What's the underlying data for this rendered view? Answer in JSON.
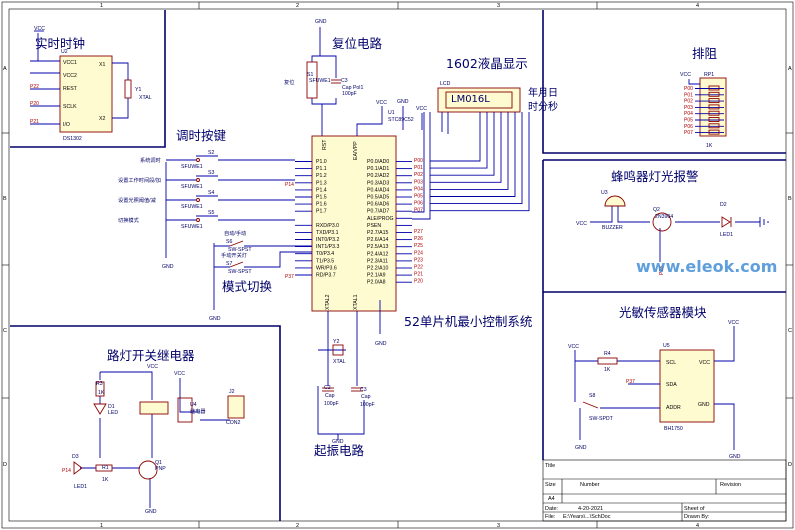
{
  "sheet": {
    "col_labels": [
      "1",
      "2",
      "3",
      "4"
    ],
    "row_labels": [
      "A",
      "B",
      "C",
      "D"
    ]
  },
  "sections": {
    "rtc": "实时时钟",
    "reset": "复位电路",
    "lcd": "1602液晶显示",
    "lcd_model": "LM016L",
    "lcd_note1": "年月日",
    "lcd_note2": "时分秒",
    "resistor_net": "排阻",
    "keys": "调时按键",
    "mode": "模式切换",
    "buzzer": "蜂鸣器灯光报警",
    "mcu": "52单片机最小控制系统",
    "light_sensor": "光敏传感器模块",
    "relay": "路灯开关继电器",
    "osc": "起振电路"
  },
  "components": {
    "u2": "U2",
    "u2_part": "DS1302",
    "u2_pins_left": [
      "VCC1",
      "VCC2",
      "REST",
      "SCLK",
      "I/O"
    ],
    "u2_pins_right": [
      "X1",
      "X2"
    ],
    "u2_nets": [
      "P22",
      "P20",
      "P21"
    ],
    "y1": "Y1",
    "y1_val": "XTAL",
    "s1": "S1",
    "s1_part": "SFUWE1",
    "fuwei": "复位",
    "c3": "C3",
    "c3_val": "Cap Pol1",
    "c3_val2": "100pF",
    "lcd_ref": "LCD",
    "u1": "U1",
    "u1_part": "STC89C52",
    "mcu_left": [
      "P1.0",
      "P1.1",
      "P1.2",
      "P1.3",
      "P1.4",
      "P1.5",
      "P1.6",
      "P1.7",
      "RXD/P3.0",
      "TXD/P3.1",
      "INT0/P3.2",
      "INT1/P3.3",
      "T0/P3.4",
      "T1/P3.5",
      "WR/P3.6",
      "RD/P3.7"
    ],
    "mcu_right": [
      "P0.0/AD0",
      "P0.1/AD1",
      "P0.2/AD2",
      "P0.3/AD3",
      "P0.4/AD4",
      "P0.5/AD5",
      "P0.6/AD6",
      "P0.7/AD7",
      "ALE/PROG",
      "PSEN",
      "P2.7/A15",
      "P2.6/A14",
      "P2.5/A13",
      "P2.4/A12",
      "P2.3/A11",
      "P2.2/A10",
      "P2.1/A9",
      "P2.0/A8"
    ],
    "mcu_top": [
      "RST",
      "EA/VPP"
    ],
    "mcu_bottom": [
      "XTAL2",
      "XTAL1"
    ],
    "p0_nets": [
      "P00",
      "P01",
      "P02",
      "P03",
      "P04",
      "P05",
      "P06",
      "P07"
    ],
    "p2_nets": [
      "P27",
      "P26",
      "P25",
      "P24",
      "P23",
      "P22",
      "P21",
      "P20"
    ],
    "p14": "P14",
    "p37": "P37",
    "keys_list": [
      {
        "ref": "S2",
        "part": "SFUWE1",
        "label": "系统调时"
      },
      {
        "ref": "S3",
        "part": "SFUWE1",
        "label": "设置工作时间段/加"
      },
      {
        "ref": "S4",
        "part": "SFUWE1",
        "label": "设置光照阈值/减"
      },
      {
        "ref": "S5",
        "part": "SFUWE1",
        "label": "切换模式"
      }
    ],
    "s6": "S6",
    "s6_label": "自动/手动",
    "s6_part": "SW-SPST",
    "s7": "S7",
    "s7_label": "手动开关灯",
    "s7_part": "SW-SPST",
    "rp1": "RP1",
    "rp1_val": "1K",
    "rp1_pins": [
      "P00",
      "P01",
      "P02",
      "P03",
      "P04",
      "P05",
      "P06",
      "P07"
    ],
    "u3": "U3",
    "u3_part": "BUZZER",
    "q2": "Q2",
    "q2_part": "2N3904",
    "d2": "D2",
    "d2_part": "LED1",
    "p23": "P23",
    "u4": "U4",
    "u4_part": "继电器",
    "j2": "J2",
    "j2_part": "CON2",
    "d1": "D1",
    "d1_part": "LED",
    "r3": "R3",
    "r3_val": "1K",
    "d3": "D3",
    "d3_part": "LED1",
    "q1": "Q1",
    "q1_part": "PNP",
    "r1": "R1",
    "r1_val": "1K",
    "p14b": "P14",
    "r4": "R4",
    "r4_val": "1K",
    "u5": "U5",
    "u5_part": "BH1750",
    "u5_pins": [
      "SCL",
      "SDA",
      "ADDR",
      "VCC",
      "GND"
    ],
    "s8": "S8",
    "s8_part": "SW-SPDT",
    "p37b": "P37",
    "y2": "Y2",
    "y2_val": "XTAL",
    "c2": "C2",
    "c2_val": "Cap",
    "c2_val2": "100pF",
    "c3b": "C3",
    "c3b_val": "Cap",
    "c3b_val2": "100pF",
    "vcc": "VCC",
    "gnd": "GND"
  },
  "title_block": {
    "title": "Title",
    "size_label": "Size",
    "size": "A4",
    "number": "Number",
    "revision": "Revision",
    "date_label": "Date:",
    "date": "4-20-2021",
    "sheet": "Sheet of",
    "file_label": "File:",
    "file": "E:\\Years\\...\\SchDoc",
    "drawn_by": "Drawn By:"
  },
  "watermark": "www.eleok.com",
  "colors": {
    "wire": "#0000a8",
    "component": "#8a0000",
    "text": "#00006a"
  }
}
